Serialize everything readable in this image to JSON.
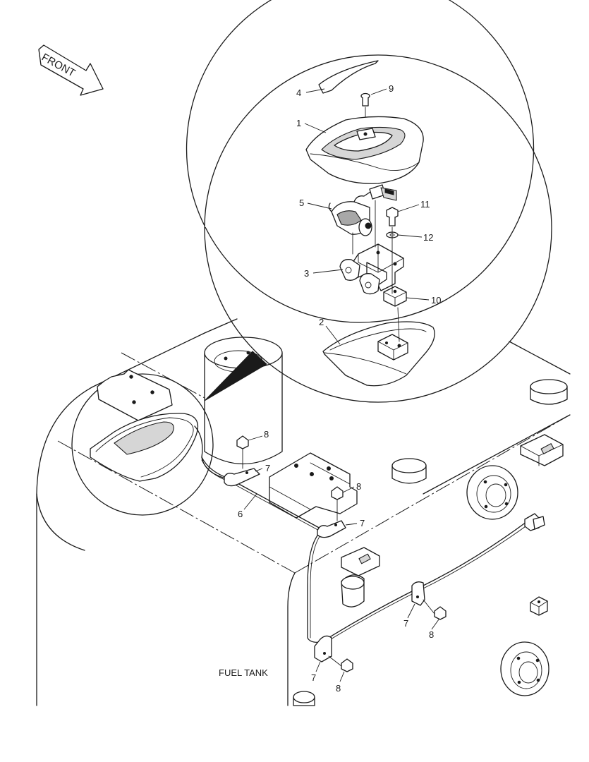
{
  "front_label": "FRONT",
  "tank_label": "FUEL TANK",
  "callouts": {
    "c1": "1",
    "c2": "2",
    "c3": "3",
    "c4": "4",
    "c5": "5",
    "c6": "6",
    "c7a": "7",
    "c7b": "7",
    "c7c": "7",
    "c7d": "7",
    "c8a": "8",
    "c8b": "8",
    "c8c": "8",
    "c8d": "8",
    "c9": "9",
    "c10": "10",
    "c11": "11",
    "c12": "12"
  }
}
